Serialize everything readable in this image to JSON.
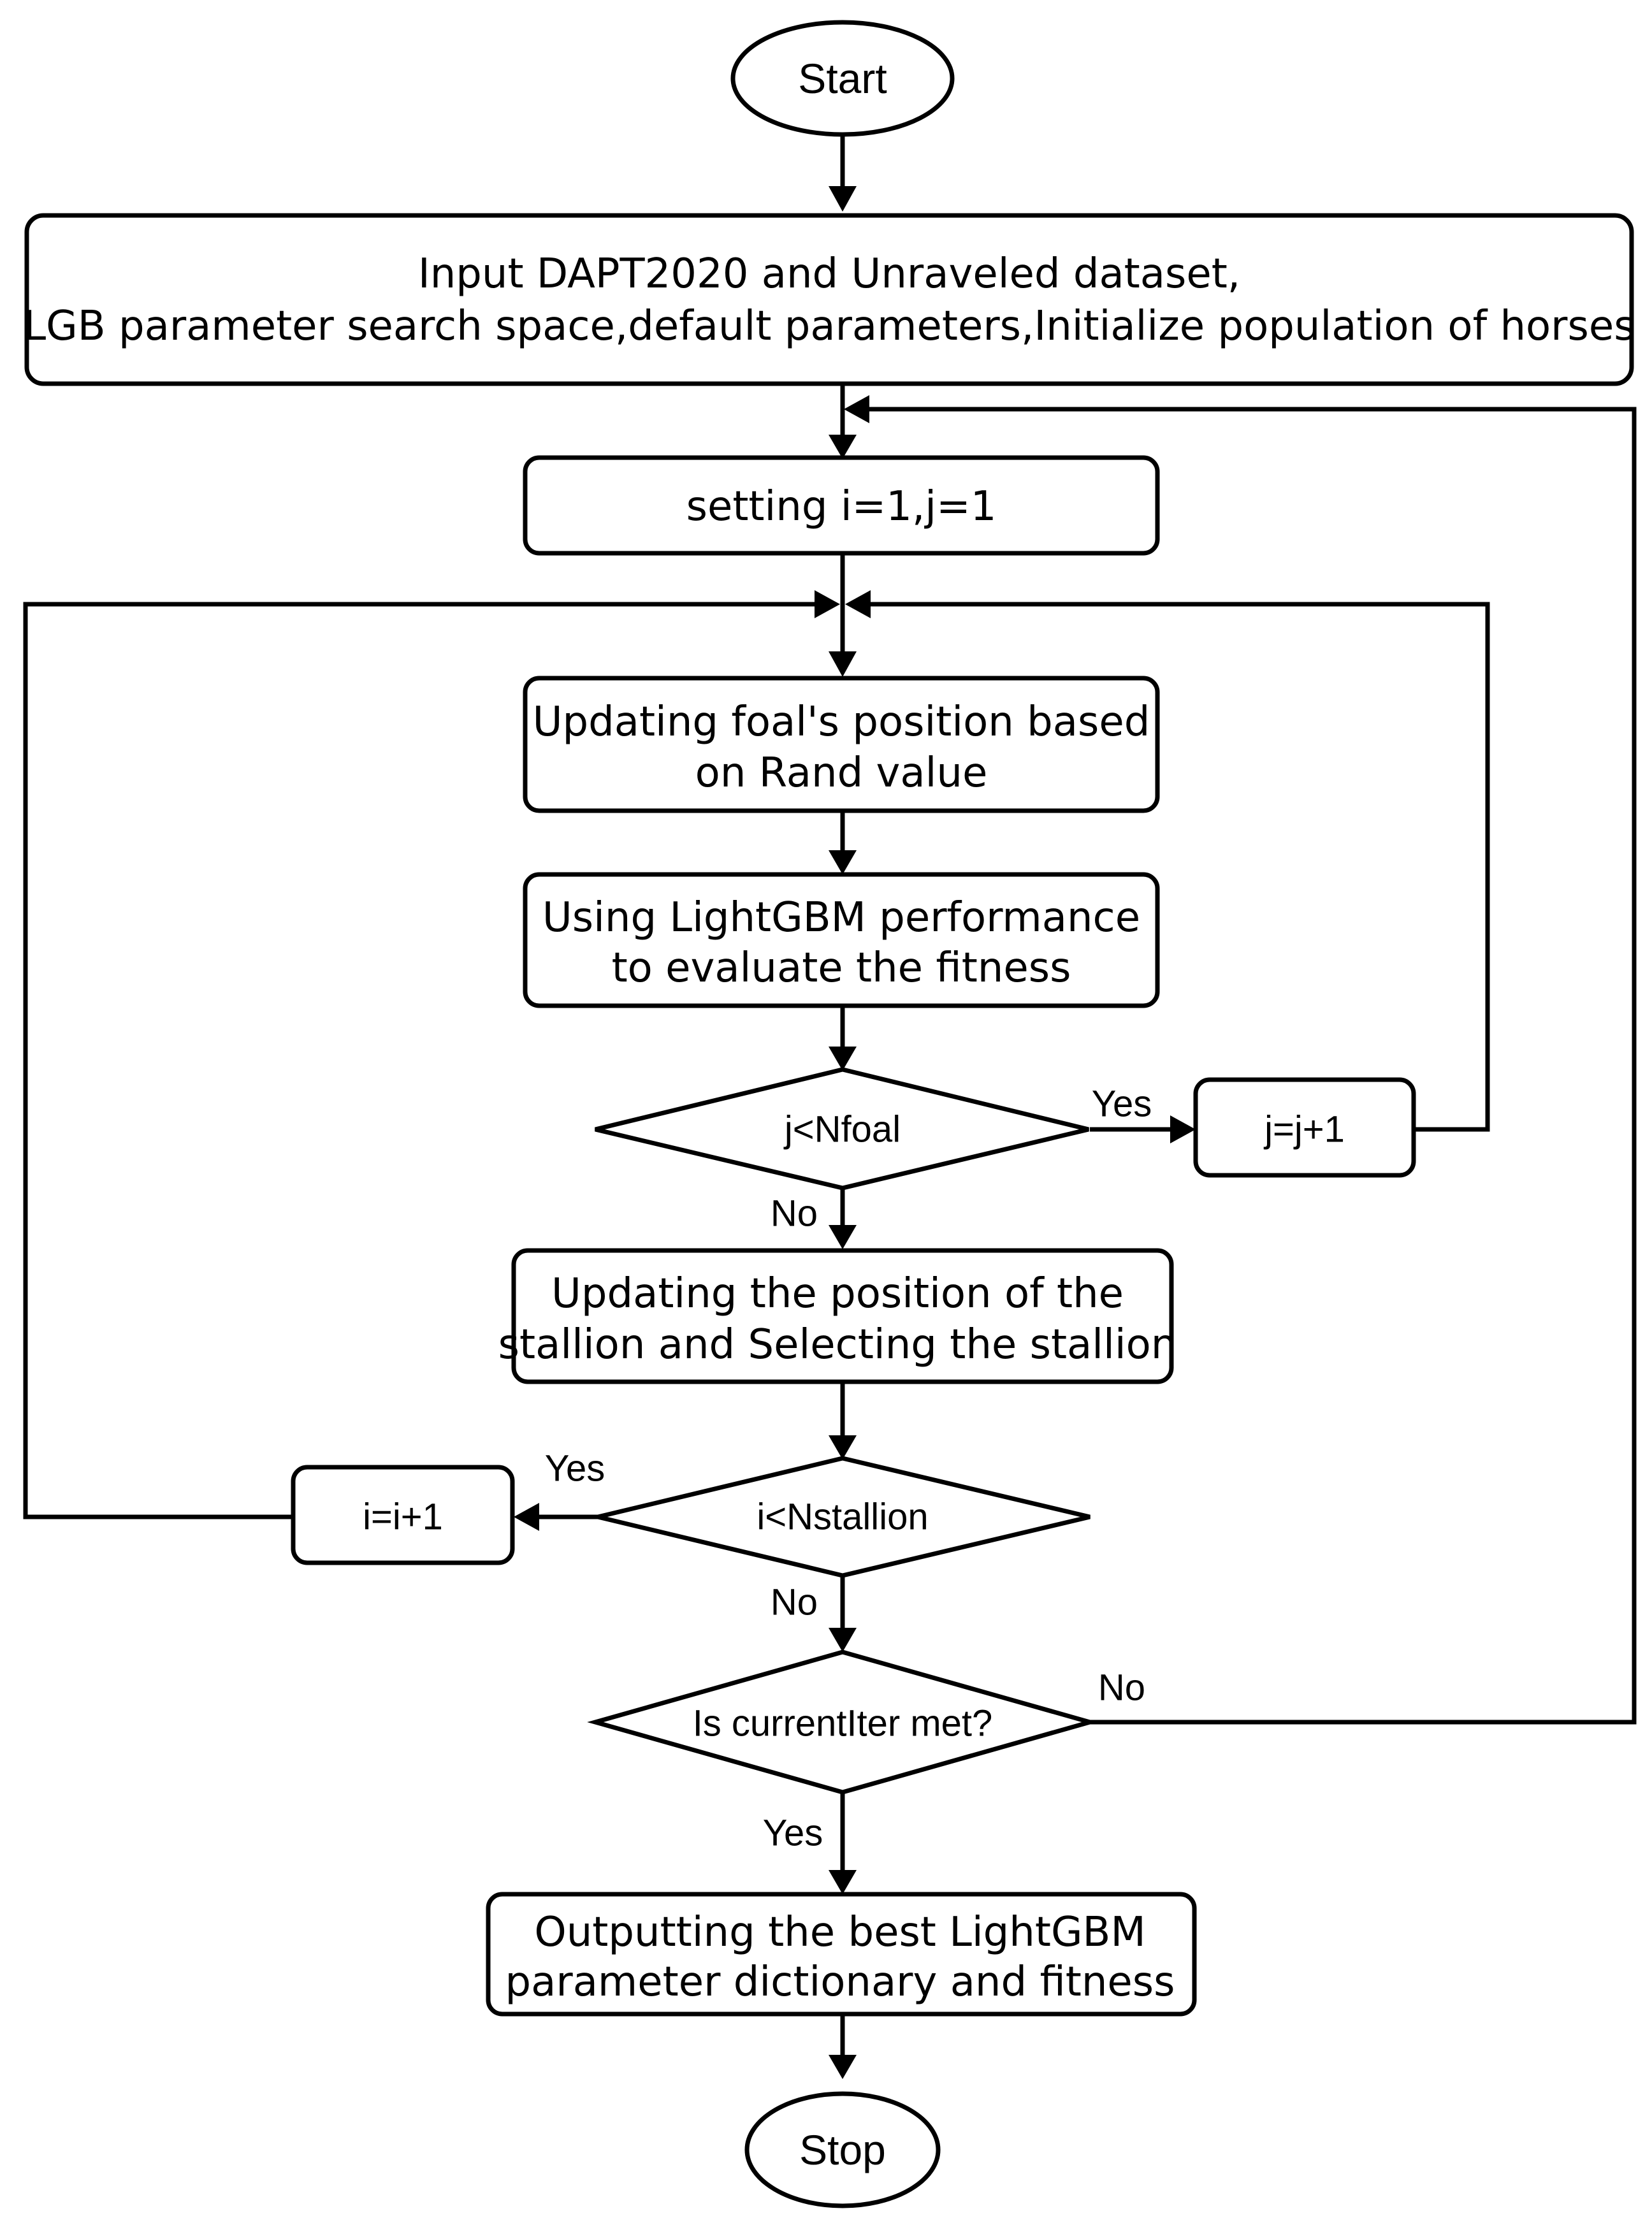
{
  "nodes": {
    "start": {
      "label": "Start"
    },
    "input": {
      "lines": [
        "Input DAPT2020 and Unraveled dataset,",
        "LGB parameter search space,default parameters,Initialize population of horses"
      ]
    },
    "setting": {
      "label": "setting i=1,j=1"
    },
    "update_foal": {
      "lines": [
        "Updating foal's position based",
        "on Rand value"
      ]
    },
    "evaluate": {
      "lines": [
        "Using LightGBM performance",
        "to evaluate the fitness"
      ]
    },
    "j_check": {
      "label": "j<Nfoal"
    },
    "j_inc": {
      "label": "j=j+1"
    },
    "update_stallion": {
      "lines": [
        "Updating the position of the",
        "stallion and Selecting the stallion"
      ]
    },
    "i_check": {
      "label": "i<Nstallion"
    },
    "i_inc": {
      "label": "i=i+1"
    },
    "iter_check": {
      "label": "Is currentIter met?"
    },
    "output": {
      "lines": [
        "Outputting the best LightGBM",
        "parameter dictionary and fitness"
      ]
    },
    "stop": {
      "label": "Stop"
    }
  },
  "edge_labels": {
    "j_yes": "Yes",
    "j_no": "No",
    "i_yes": "Yes",
    "i_no": "No",
    "iter_no": "No",
    "iter_yes": "Yes"
  }
}
